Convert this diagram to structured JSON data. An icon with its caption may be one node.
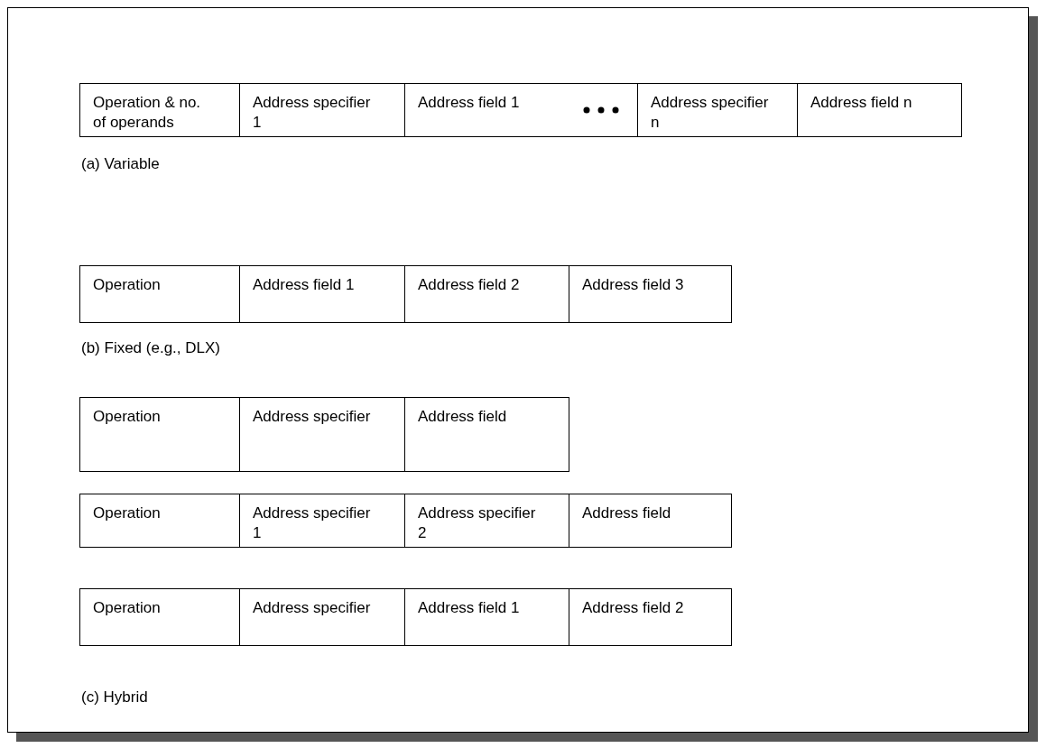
{
  "diagram": {
    "nodes": [
      {
        "text": [
          "Operation & no. of operands"
        ]
      },
      {
        "text": [
          "Address specifier 1"
        ]
      },
      {
        "text": [
          "Address field 1"
        ]
      },
      {
        "text": [
          "Address specifier n"
        ]
      },
      {
        "text": [
          "Address field n"
        ]
      },
      {
        "text": [
          "Operation"
        ]
      },
      {
        "text": [
          "Address field 1"
        ]
      },
      {
        "text": [
          "Address field 2"
        ]
      },
      {
        "text": [
          "Address field 3"
        ]
      },
      {
        "text": [
          "Operation"
        ]
      },
      {
        "text": [
          "Address specifier"
        ]
      },
      {
        "text": [
          "Address field"
        ]
      },
      {
        "text": [
          "Operation"
        ]
      },
      {
        "text": [
          "Address specifier 1"
        ]
      },
      {
        "text": [
          "Address specifier 2"
        ]
      },
      {
        "text": [
          "Address field"
        ]
      },
      {
        "text": [
          "Operation"
        ]
      },
      {
        "text": [
          "Address specifier"
        ]
      },
      {
        "text": [
          "Address field 1"
        ]
      },
      {
        "text": [
          "Address field 2"
        ]
      }
    ],
    "labels": [
      "(a) Variable",
      "(b) Fixed (e.g., DLX)",
      "(c) Hybrid"
    ]
  }
}
